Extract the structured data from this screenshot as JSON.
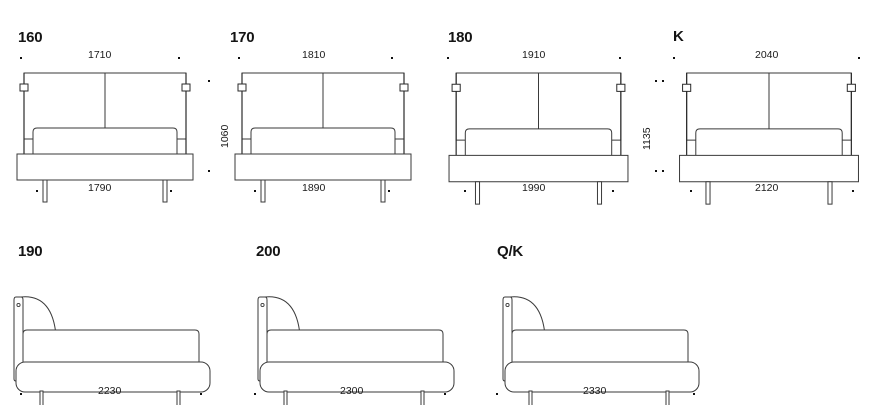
{
  "sheet": {
    "background_color": "#ffffff",
    "line_color": "#3a3a3a",
    "text_color": "#1a1a1a"
  },
  "front_views": [
    {
      "title": "160",
      "width_top": "1710",
      "width_bottom": "1790",
      "height": "1060",
      "height_shown": true,
      "height_side": "right"
    },
    {
      "title": "170",
      "width_top": "1810",
      "width_bottom": "1890",
      "height": "1060",
      "height_shown": false,
      "height_side": "left"
    },
    {
      "title": "180",
      "width_top": "1910",
      "width_bottom": "1990",
      "height": "1135",
      "height_shown": false,
      "height_side": "right"
    },
    {
      "title": "K",
      "width_top": "2040",
      "width_bottom": "2120",
      "height": "1135",
      "height_shown": true,
      "height_side": "left"
    }
  ],
  "side_views": [
    {
      "title": "190",
      "length": "2230"
    },
    {
      "title": "200",
      "length": "2300"
    },
    {
      "title": "Q/K",
      "length": "2330"
    }
  ]
}
